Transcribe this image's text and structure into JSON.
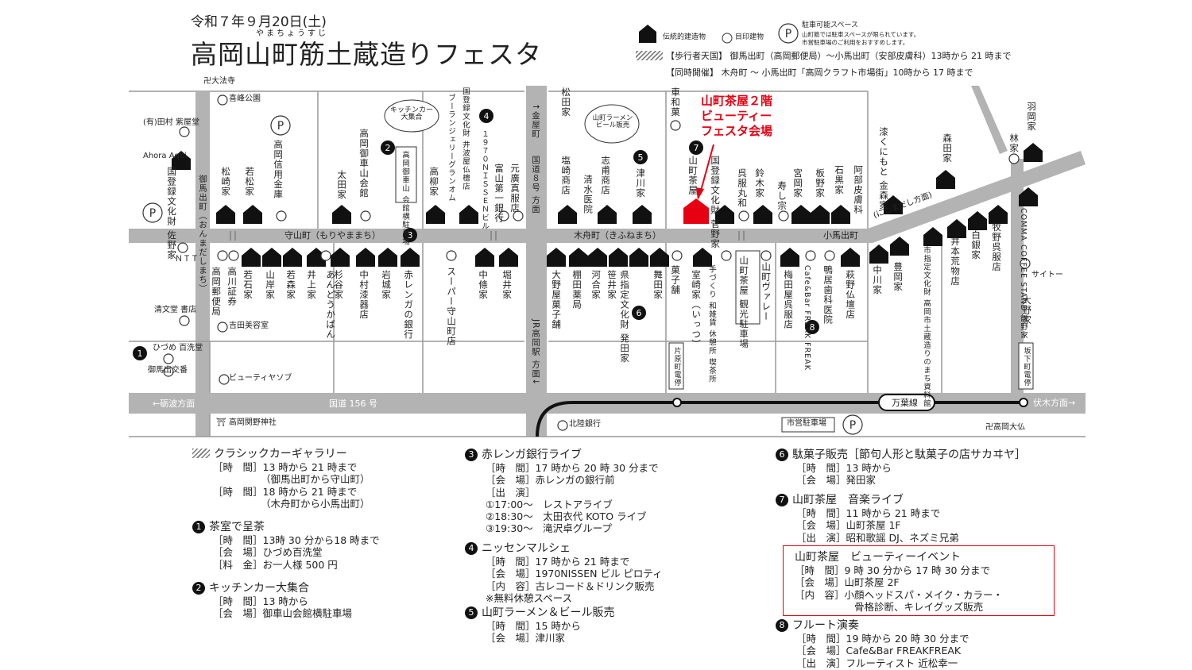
{
  "header": {
    "date": "令和７年９月20日(土)",
    "ruby": "やまちょうすじ",
    "title": "高岡山町筋土蔵造りフェスタ"
  },
  "legend": {
    "traditional": "伝統的建造物",
    "landmark": "目印建物",
    "parking_title": "駐車可能スペース",
    "parking_note1": "山町筋では駐車スペースが限られています。",
    "parking_note2": "市営駐車場のご利用をおすすめします。",
    "pedestrian": "【歩行者天国】 御馬出町（高岡郵便局）～小馬出町（安部皮膚科）13時から 21 時まで",
    "simultaneous": "【同時開催】 木舟町 ～ 小馬出町「高岡クラフト市場街」10時から 17 時まで"
  },
  "map": {
    "highlight": [
      "山町茶屋２階",
      "ビューティー",
      "フェスタ会場"
    ],
    "streets": {
      "moriyama": "守山町（もりやままち）",
      "kifune": "木舟町（きふねまち）",
      "koumade": "小馬出町",
      "onmade": "御馬出町（おんまだしまち）",
      "kokudo8": "国道８号 方面",
      "kanaya": "↑金屋町",
      "jr": "JR高岡駅 方面↓",
      "kokudo156": "国道 156 号",
      "tonami": "←砺波方面",
      "fushiki": "伏木方面→",
      "manyo": "万葉線",
      "nishimade": "(にしまだし方面)"
    },
    "places_v": [
      "松崎家",
      "若松家",
      "高岡信用金庫",
      "太田家",
      "高岡御車山会館",
      "高岡御車山 会館横駐車場",
      "高柳家",
      "国登録文化財 井波屋仏檀店",
      "ブーランジェリーグランオム",
      "１９７０ＮＩＳＳＥＮビル",
      "富山第一銀行",
      "元廣真服店",
      "松田家",
      "塩崎商店",
      "清水医院",
      "志甫商店",
      "津川家",
      "車和菓",
      "山町茶屋",
      "国登録文化財 菅野家",
      "呉服丸和",
      "鈴木家",
      "寿し宗",
      "宮岡家",
      "板野家",
      "石黒家",
      "阿部皮膚科",
      "漆くにもと 金森家",
      "森田家",
      "羽岡家",
      "林家",
      "国登録文化財 佐野家",
      "若石家",
      "山岸家",
      "若森家",
      "井上家",
      "あんどうかばん",
      "杉谷家",
      "中村漆器店",
      "岩城家",
      "赤レンガの銀行",
      "スーパー守山町店",
      "中條家",
      "堀井家",
      "大野屋菓子舗",
      "棚田薬局",
      "河合家",
      "笹井家",
      "県指定文化財 発田家",
      "舞田家",
      "菓子舗",
      "室崎家（いっつ）",
      "手づくり 和雑貨 休憩所 喫茶所",
      "山町茶屋 観光駐車場",
      "山町ヴァレー",
      "梅田屋呉服店",
      "Cafe&Bar FREAK FREAK",
      "鴨居歯科医院",
      "萩野仏壇店",
      "中川家",
      "豊岡家",
      "市指定文化財 高岡市土蔵造りのまち資料館",
      "井本荒物店",
      "白銀家",
      "牧野呉服店",
      "COMMA COFFEE STAND 飯野家",
      "大野家",
      "高岡郵便局",
      "高川証券"
    ],
    "places_h": [
      "卍大法寺",
      "喜峰公園",
      "(有)田村 紫屋堂",
      "Ahora Aqui",
      "ＮＴＴ",
      "清文堂 書店",
      "吉田美容室",
      "ひづめ 百洗堂",
      "御馬出交番",
      "ビューティヤソブ",
      "⛩ 高岡関野神社",
      "北陸銀行",
      "市営駐車場",
      "卍高岡大仏",
      "サイトー"
    ],
    "bubbles": [
      "キッチンカー 大集合",
      "山町ラーメン ビール販売"
    ],
    "stations": [
      "片原町電停",
      "坂下町電停"
    ]
  },
  "events": {
    "classic": {
      "title": "クラシックカーギャラリー",
      "lines": [
        "［時　間］13 時から 21 時まで",
        "（御馬出町から守山町）",
        "［時　間］18 時から 21 時まで",
        "（木舟町から小馬出町）"
      ]
    },
    "e1": {
      "num": "1",
      "title": "茶室で呈茶",
      "lines": [
        "［時　間］13時 30 分から18 時まで",
        "［会　場］ひづめ百洗堂",
        "［料　金］お一人様 500 円"
      ]
    },
    "e2": {
      "num": "2",
      "title": "キッチンカー大集合",
      "lines": [
        "［時　間］13 時から",
        "［会　場］御車山会館横駐車場"
      ]
    },
    "e3": {
      "num": "3",
      "title": "赤レンガ銀行ライブ",
      "lines": [
        "［時　間］17 時から 20 時 30 分まで",
        "［会　場］赤レンガの銀行前",
        "［出　演］",
        "①17:00～　レストアライブ",
        "②18:30～　太田衣代 KOTO ライブ",
        "③19:30～　滝沢卓グループ"
      ]
    },
    "e4": {
      "num": "4",
      "title": "ニッセンマルシェ",
      "lines": [
        "［時　間］17 時から 21 時まで",
        "［会　場］1970NISSEN ビル ピロティ",
        "［内　容］古レコード＆ドリンク販売",
        "※無料休憩スペース"
      ]
    },
    "e5": {
      "num": "5",
      "title": "山町ラーメン＆ビール販売",
      "lines": [
        "［時　間］15 時から",
        "［会　場］津川家"
      ]
    },
    "e6": {
      "num": "6",
      "title": "駄菓子販売［節句人形と駄菓子の店サカヰヤ］",
      "lines": [
        "［時　間］13 時から",
        "［会　場］発田家"
      ]
    },
    "e7": {
      "num": "7",
      "title": "山町茶屋　音楽ライブ",
      "lines": [
        "［時　間］11 時から 21 時まで",
        "［会　場］山町茶屋 1F",
        "［出　演］昭和歌謡 DJ、ネズミ兄弟"
      ]
    },
    "beauty": {
      "title": "山町茶屋　ビューティーイベント",
      "lines": [
        "［時　間］9 時 30 分から 17 時 30 分まで",
        "［会　場］山町茶屋 2F",
        "［内　容］小顔ヘッドスパ・メイク・カラー・",
        "骨格診断、キレイグッズ販売"
      ]
    },
    "e8": {
      "num": "8",
      "title": "フルート演奏",
      "lines": [
        "［時　間］19 時から 20 時 30 分まで",
        "［会　場］Cafe&Bar FREAKFREAK",
        "［出　演］フルーティスト 近松幸一"
      ]
    }
  },
  "colors": {
    "road": "#b3b3b3",
    "house": "#111111",
    "accent": "#e60012",
    "rail": "#111111"
  }
}
